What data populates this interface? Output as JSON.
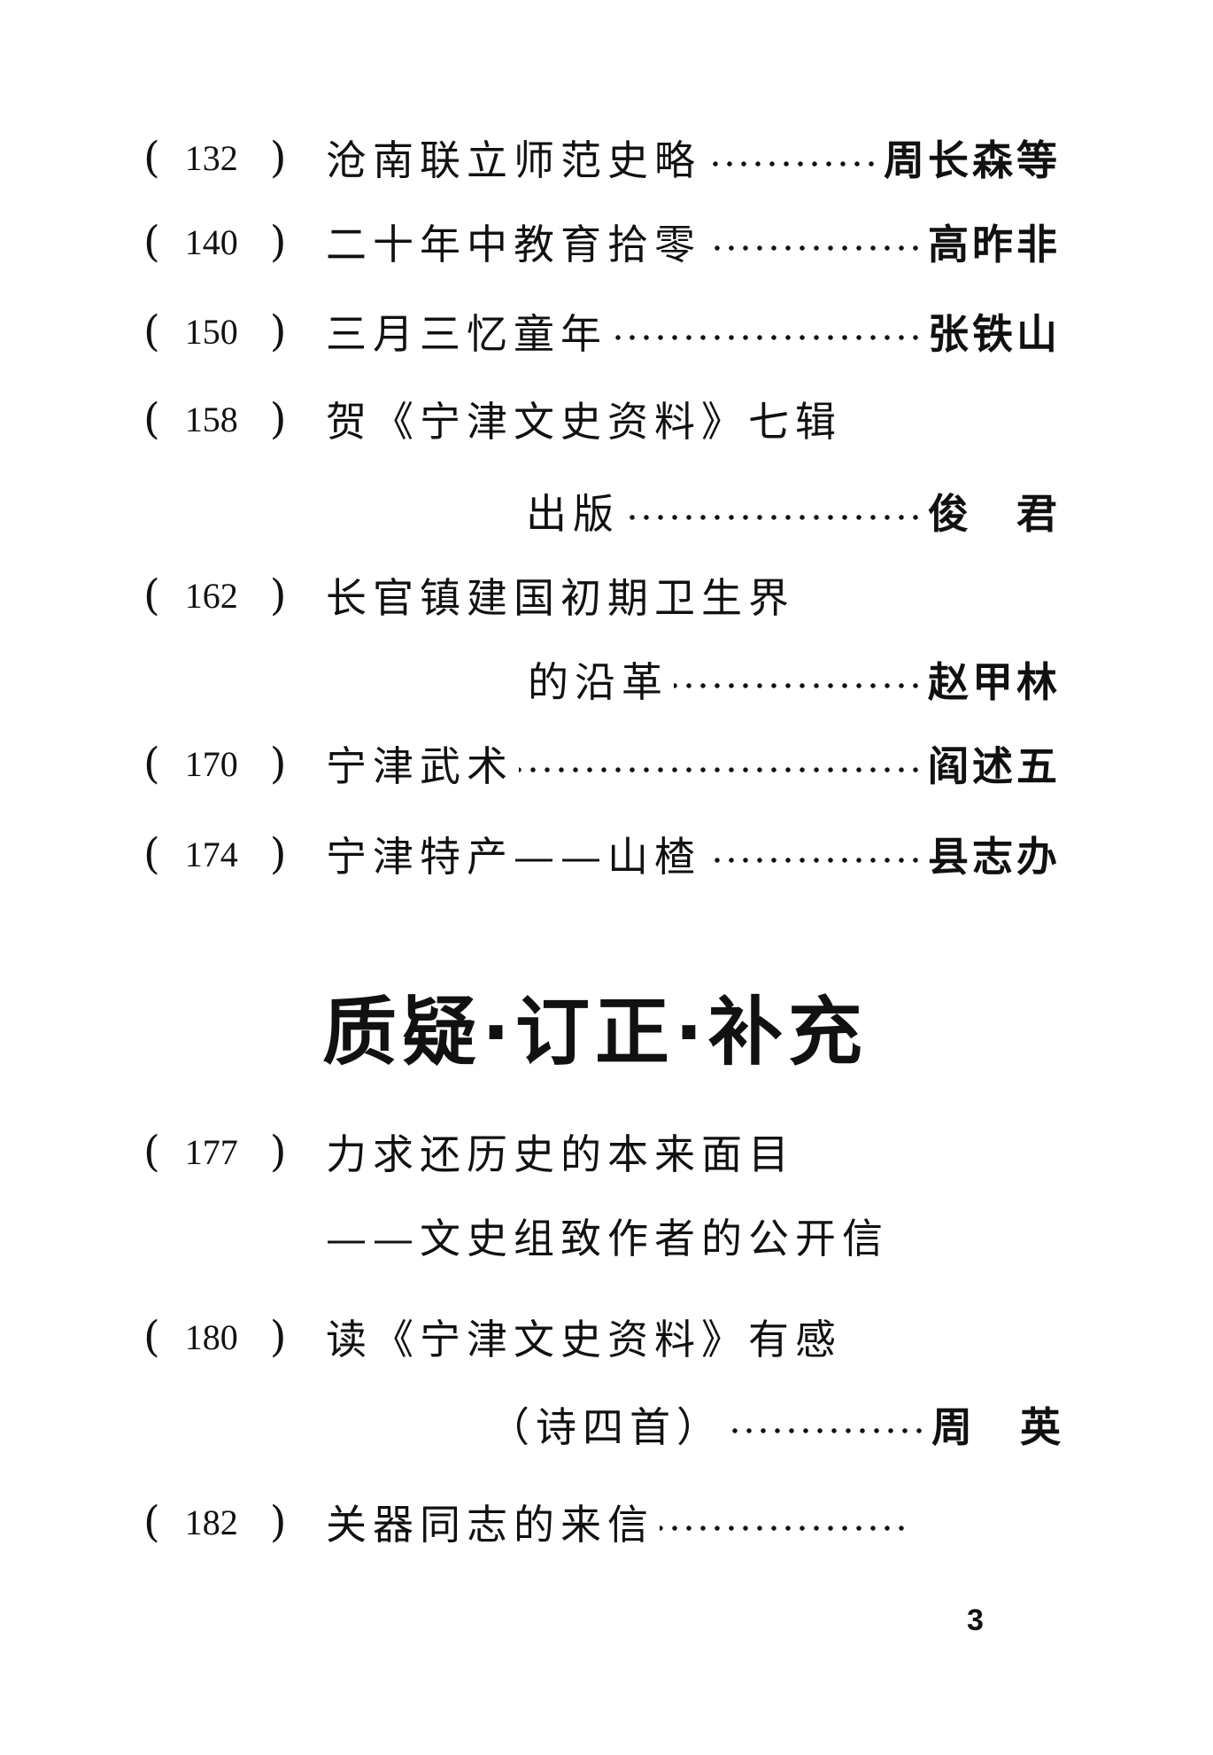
{
  "section1": {
    "entries": [
      {
        "page": "132",
        "title": "沧南联立师范史略",
        "author": "周长森等"
      },
      {
        "page": "140",
        "title": "二十年中教育拾零",
        "author": "高昨非"
      },
      {
        "page": "150",
        "title": "三月三忆童年",
        "author": "张铁山"
      },
      {
        "page": "158",
        "title": "贺《宁津文史资料》七辑",
        "title_cont": "出版",
        "author": "俊　君"
      },
      {
        "page": "162",
        "title": "长官镇建国初期卫生界",
        "title_cont": "的沿革",
        "author": "赵甲林"
      },
      {
        "page": "170",
        "title": "宁津武术",
        "author": "阎述五"
      },
      {
        "page": "174",
        "title": "宁津特产——山楂",
        "author": "县志办"
      }
    ]
  },
  "section2": {
    "heading": "质疑·订正·补充",
    "entries": [
      {
        "page": "177",
        "title": "力求还历史的本来面目",
        "title_cont": "——文史组致作者的公开信"
      },
      {
        "page": "180",
        "title": "读《宁津文史资料》有感",
        "title_cont": "（诗四首）",
        "author": "周　英"
      },
      {
        "page": "182",
        "title": "关器同志的来信"
      }
    ]
  },
  "page_number": "3"
}
